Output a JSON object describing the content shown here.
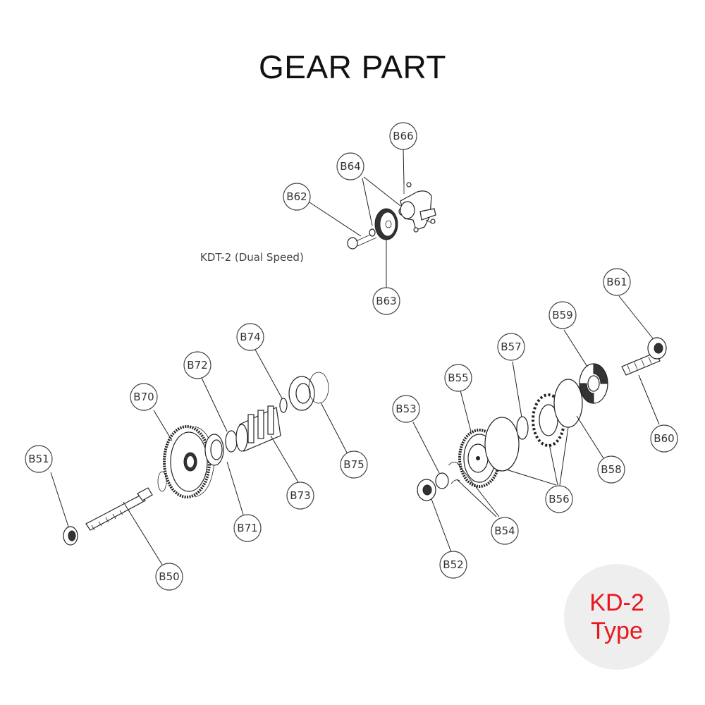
{
  "title": "GEAR PART",
  "subassembly_caption": "KDT-2 (Dual Speed)",
  "badge": {
    "line1": "KD-2",
    "line2": "Type",
    "color": "#e8171f"
  },
  "callouts": {
    "B50": "B50",
    "B51": "B51",
    "B52": "B52",
    "B53": "B53",
    "B54": "B54",
    "B55": "B55",
    "B56": "B56",
    "B57": "B57",
    "B58": "B58",
    "B59": "B59",
    "B60": "B60",
    "B61": "B61",
    "B62": "B62",
    "B63": "B63",
    "B64": "B64",
    "B66": "B66",
    "B70": "B70",
    "B71": "B71",
    "B72": "B72",
    "B73": "B73",
    "B74": "B74",
    "B75": "B75"
  }
}
